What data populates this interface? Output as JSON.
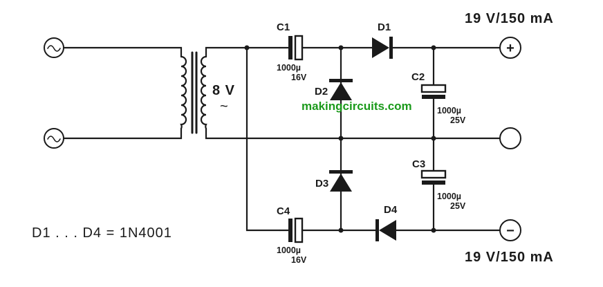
{
  "top_output_label": "19 V/150 mA",
  "bottom_output_label": "19 V/150 mA",
  "transformer_secondary": {
    "voltage": "8 V",
    "ac_symbol": "~"
  },
  "diode_note": "D1 . . . D4 = 1N4001",
  "watermark": "makingcircuits.com",
  "capacitors": [
    {
      "ref": "C1",
      "value": "1000µ",
      "voltage": "16V"
    },
    {
      "ref": "C2",
      "value": "1000µ",
      "voltage": "25V"
    },
    {
      "ref": "C3",
      "value": "1000µ",
      "voltage": "25V"
    },
    {
      "ref": "C4",
      "value": "1000µ",
      "voltage": "16V"
    }
  ],
  "diodes": [
    {
      "ref": "D1"
    },
    {
      "ref": "D2"
    },
    {
      "ref": "D3"
    },
    {
      "ref": "D4"
    }
  ],
  "terminals": {
    "plus_symbol": "+",
    "minus_symbol": "−",
    "ac_symbol": "~"
  }
}
